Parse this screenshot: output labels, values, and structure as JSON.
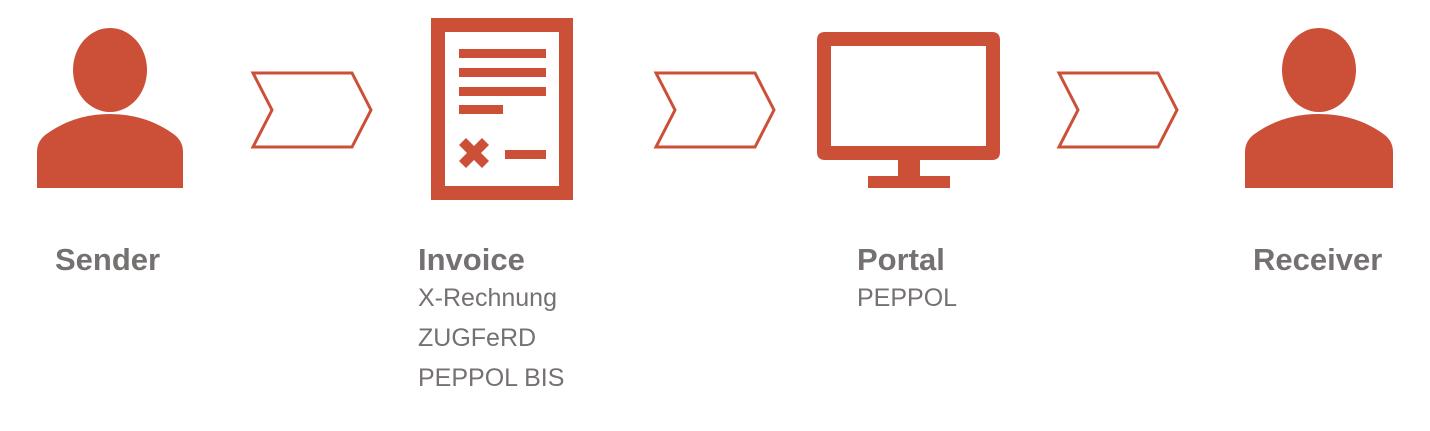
{
  "colors": {
    "accent": "#CC5037",
    "text": "#767171"
  },
  "steps": [
    {
      "title": "Sender",
      "icon": "person-icon",
      "details": []
    },
    {
      "title": "Invoice",
      "icon": "document-icon",
      "details": [
        "X-Rechnung",
        "ZUGFeRD",
        "PEPPOL BIS"
      ]
    },
    {
      "title": "Portal",
      "icon": "monitor-icon",
      "details": [
        "PEPPOL"
      ]
    },
    {
      "title": "Receiver",
      "icon": "person-icon",
      "details": []
    }
  ]
}
